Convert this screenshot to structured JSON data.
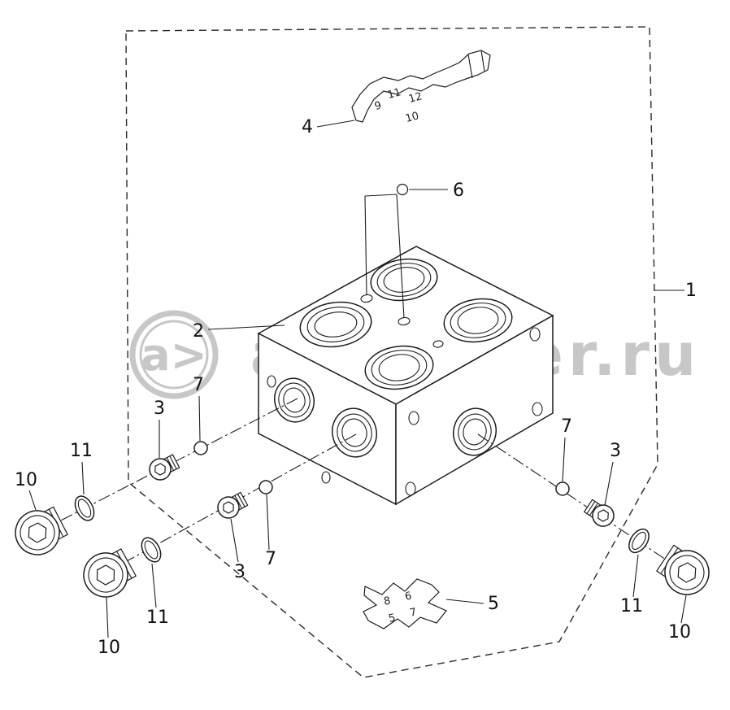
{
  "watermark": {
    "logo": "a>",
    "domain": "autopiter.ru"
  },
  "callouts": {
    "c1": "1",
    "c2": "2",
    "c3": "3",
    "c4": "4",
    "c5": "5",
    "c6": "6",
    "c7": "7",
    "c10": "10",
    "c11": "11"
  },
  "tag4": {
    "numbers": [
      "11",
      "9",
      "12",
      "10"
    ]
  },
  "tag5": {
    "numbers": [
      "8",
      "6",
      "5",
      "7"
    ]
  }
}
